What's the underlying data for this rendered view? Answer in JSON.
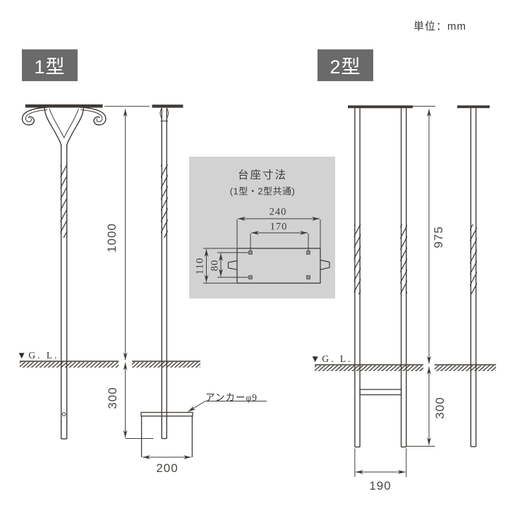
{
  "unit_label": "単位：mm",
  "type1": {
    "label": "1型",
    "gl_label": "▼G. L.",
    "anchor_label": "アンカーφ9",
    "dims": {
      "height_above_ground": "1000",
      "embed_depth": "300",
      "base_width": "200"
    }
  },
  "type2": {
    "label": "2型",
    "gl_label": "▼G. L.",
    "dims": {
      "height_above_ground": "975",
      "embed_depth": "300",
      "leg_spacing": "190"
    }
  },
  "inset": {
    "title": "台座寸法",
    "subtitle": "(1型・2型共通)",
    "dims": {
      "plate_width": "240",
      "hole_pitch_x": "170",
      "plate_depth": "110",
      "hole_pitch_y": "80"
    }
  },
  "colors": {
    "line": "#3f3a35",
    "type_label_bg": "#6a6a6a",
    "type_label_text": "#ffffff",
    "inset_bg": "#d2d2d2",
    "text": "#433e3a"
  }
}
